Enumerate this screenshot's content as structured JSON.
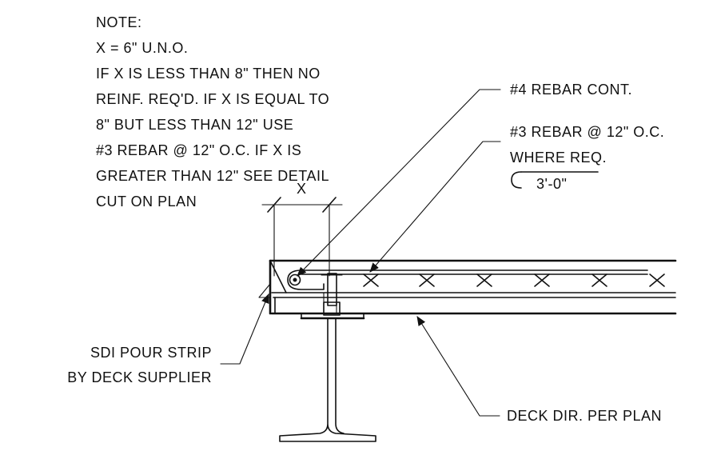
{
  "note": {
    "lines": [
      "NOTE:",
      "X = 6\" U.N.O.",
      "IF X IS LESS THAN 8\" THEN NO",
      "REINF. REQ'D. IF X IS EQUAL TO",
      "8\" BUT LESS THAN 12\" USE",
      "#3 REBAR @ 12\" O.C. IF X IS",
      "GREATER THAN 12\" SEE DETAIL",
      "CUT ON PLAN"
    ]
  },
  "dimension": {
    "label": "X"
  },
  "callouts": {
    "rebar4": "#4 REBAR CONT.",
    "rebar3_line1": "#3 REBAR @ 12\" O.C.",
    "rebar3_line2": "WHERE REQ.",
    "rebar3_length": "3'-0\"",
    "pour_strip_line1": "SDI POUR STRIP",
    "pour_strip_line2": "BY DECK SUPPLIER",
    "deck_dir": "DECK DIR. PER PLAN"
  }
}
